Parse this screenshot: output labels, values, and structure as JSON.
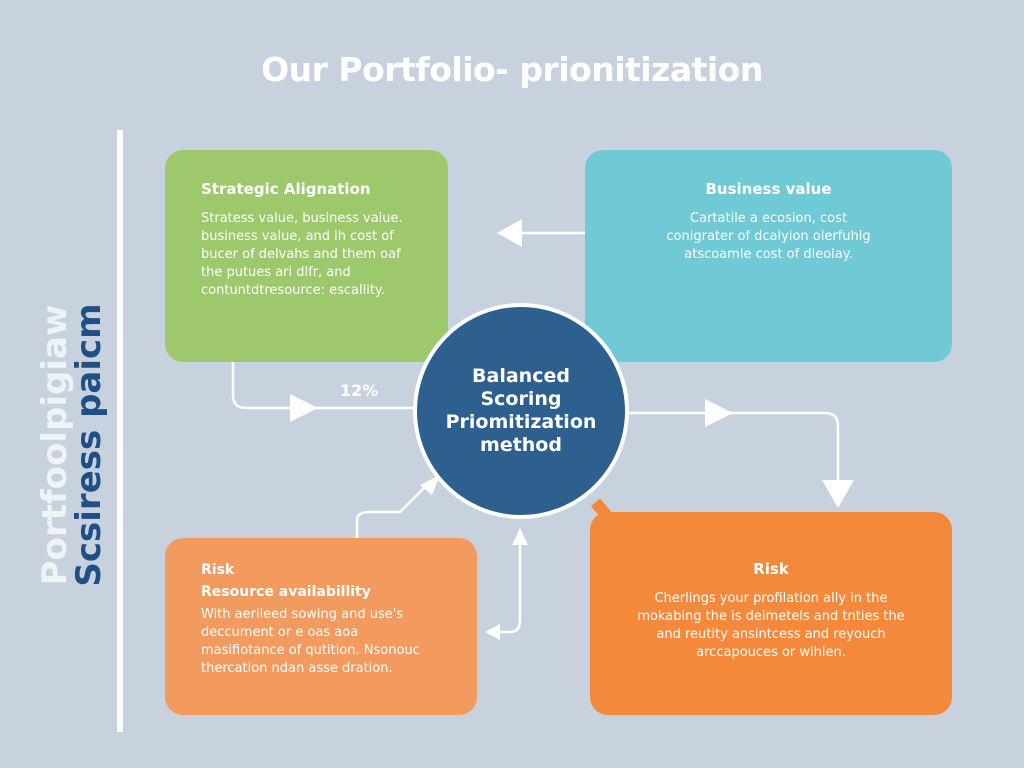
{
  "title": "Our Portfolio- prionitization",
  "side_label": {
    "line1": "Portfoolpigiaw",
    "line2": "Scsiress paicm"
  },
  "center": {
    "lines": [
      "Balanced",
      "Scoring",
      "Priomitization",
      "method"
    ]
  },
  "percent_label": "12%",
  "boxes": {
    "strategic": {
      "heading": "Strategic Alignation",
      "body": "Stratess value, business value. business value, and ih cost of bucer of delvahs and them oaf the putues ari dlfr, and contuntdtresource: escallity."
    },
    "business": {
      "heading": "Business value",
      "body": "Cartatile a ecosion, cost conigrater of dcalyion olerfuhlg atscoamle cost of dleolay."
    },
    "risk_left": {
      "heading": "Risk",
      "subheading": "Resource availabillity",
      "body": "With aerileed sowing and use's deccument or e oas aoa masifiotance of qutition. Nsonouc thercation ndan asse dration."
    },
    "risk_right": {
      "heading": "Risk",
      "body": "Cherlings your profilation ally in the mokabing the is deimetels and tnties the and reutity ansintcess and reyouch arccapouces or wihlen."
    }
  },
  "colors": {
    "background": "#c7d2de",
    "green": "#9dc96c",
    "teal": "#6fcad5",
    "light_orange": "#f39b5f",
    "orange": "#f5893b",
    "center": "#2d5f8f"
  }
}
